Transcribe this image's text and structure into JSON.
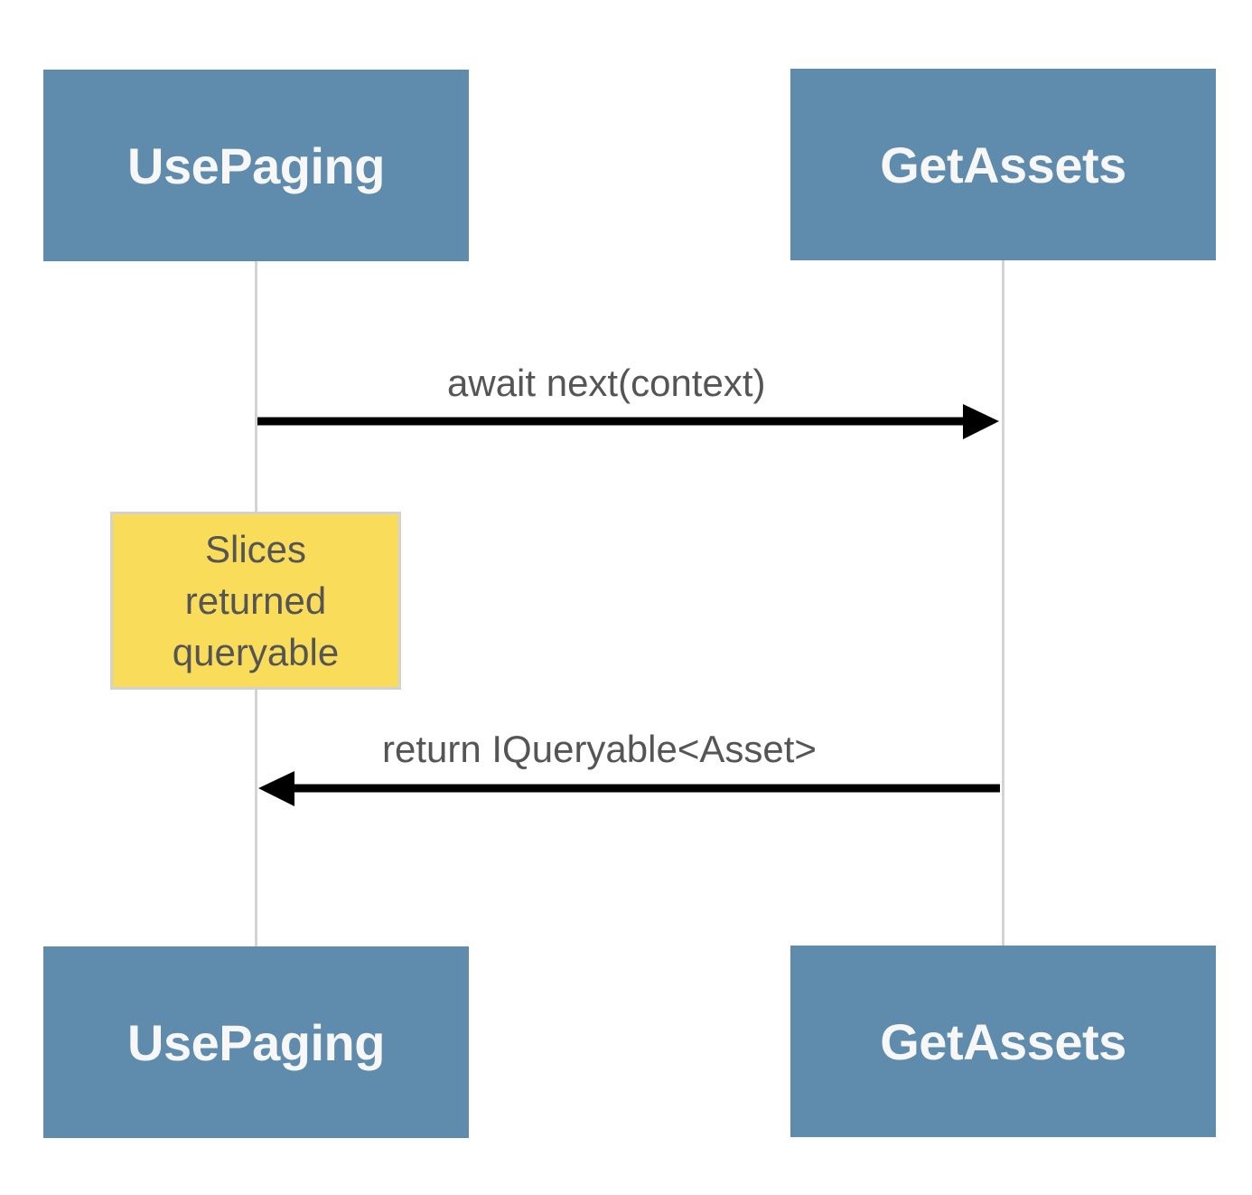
{
  "participants": {
    "top_left": "UsePaging",
    "top_right": "GetAssets",
    "bottom_left": "UsePaging",
    "bottom_right": "GetAssets"
  },
  "messages": [
    {
      "from": "UsePaging",
      "to": "GetAssets",
      "label": "await next(context)"
    },
    {
      "from": "GetAssets",
      "to": "UsePaging",
      "label": "return IQueryable<Asset>"
    }
  ],
  "note": {
    "lines": [
      "Slices",
      "returned",
      "queryable"
    ]
  },
  "colors": {
    "actor_fill": "#5f8bac",
    "note_fill": "#f8dc5a",
    "arrow": "#000000",
    "lifeline": "#d4d4d4"
  }
}
